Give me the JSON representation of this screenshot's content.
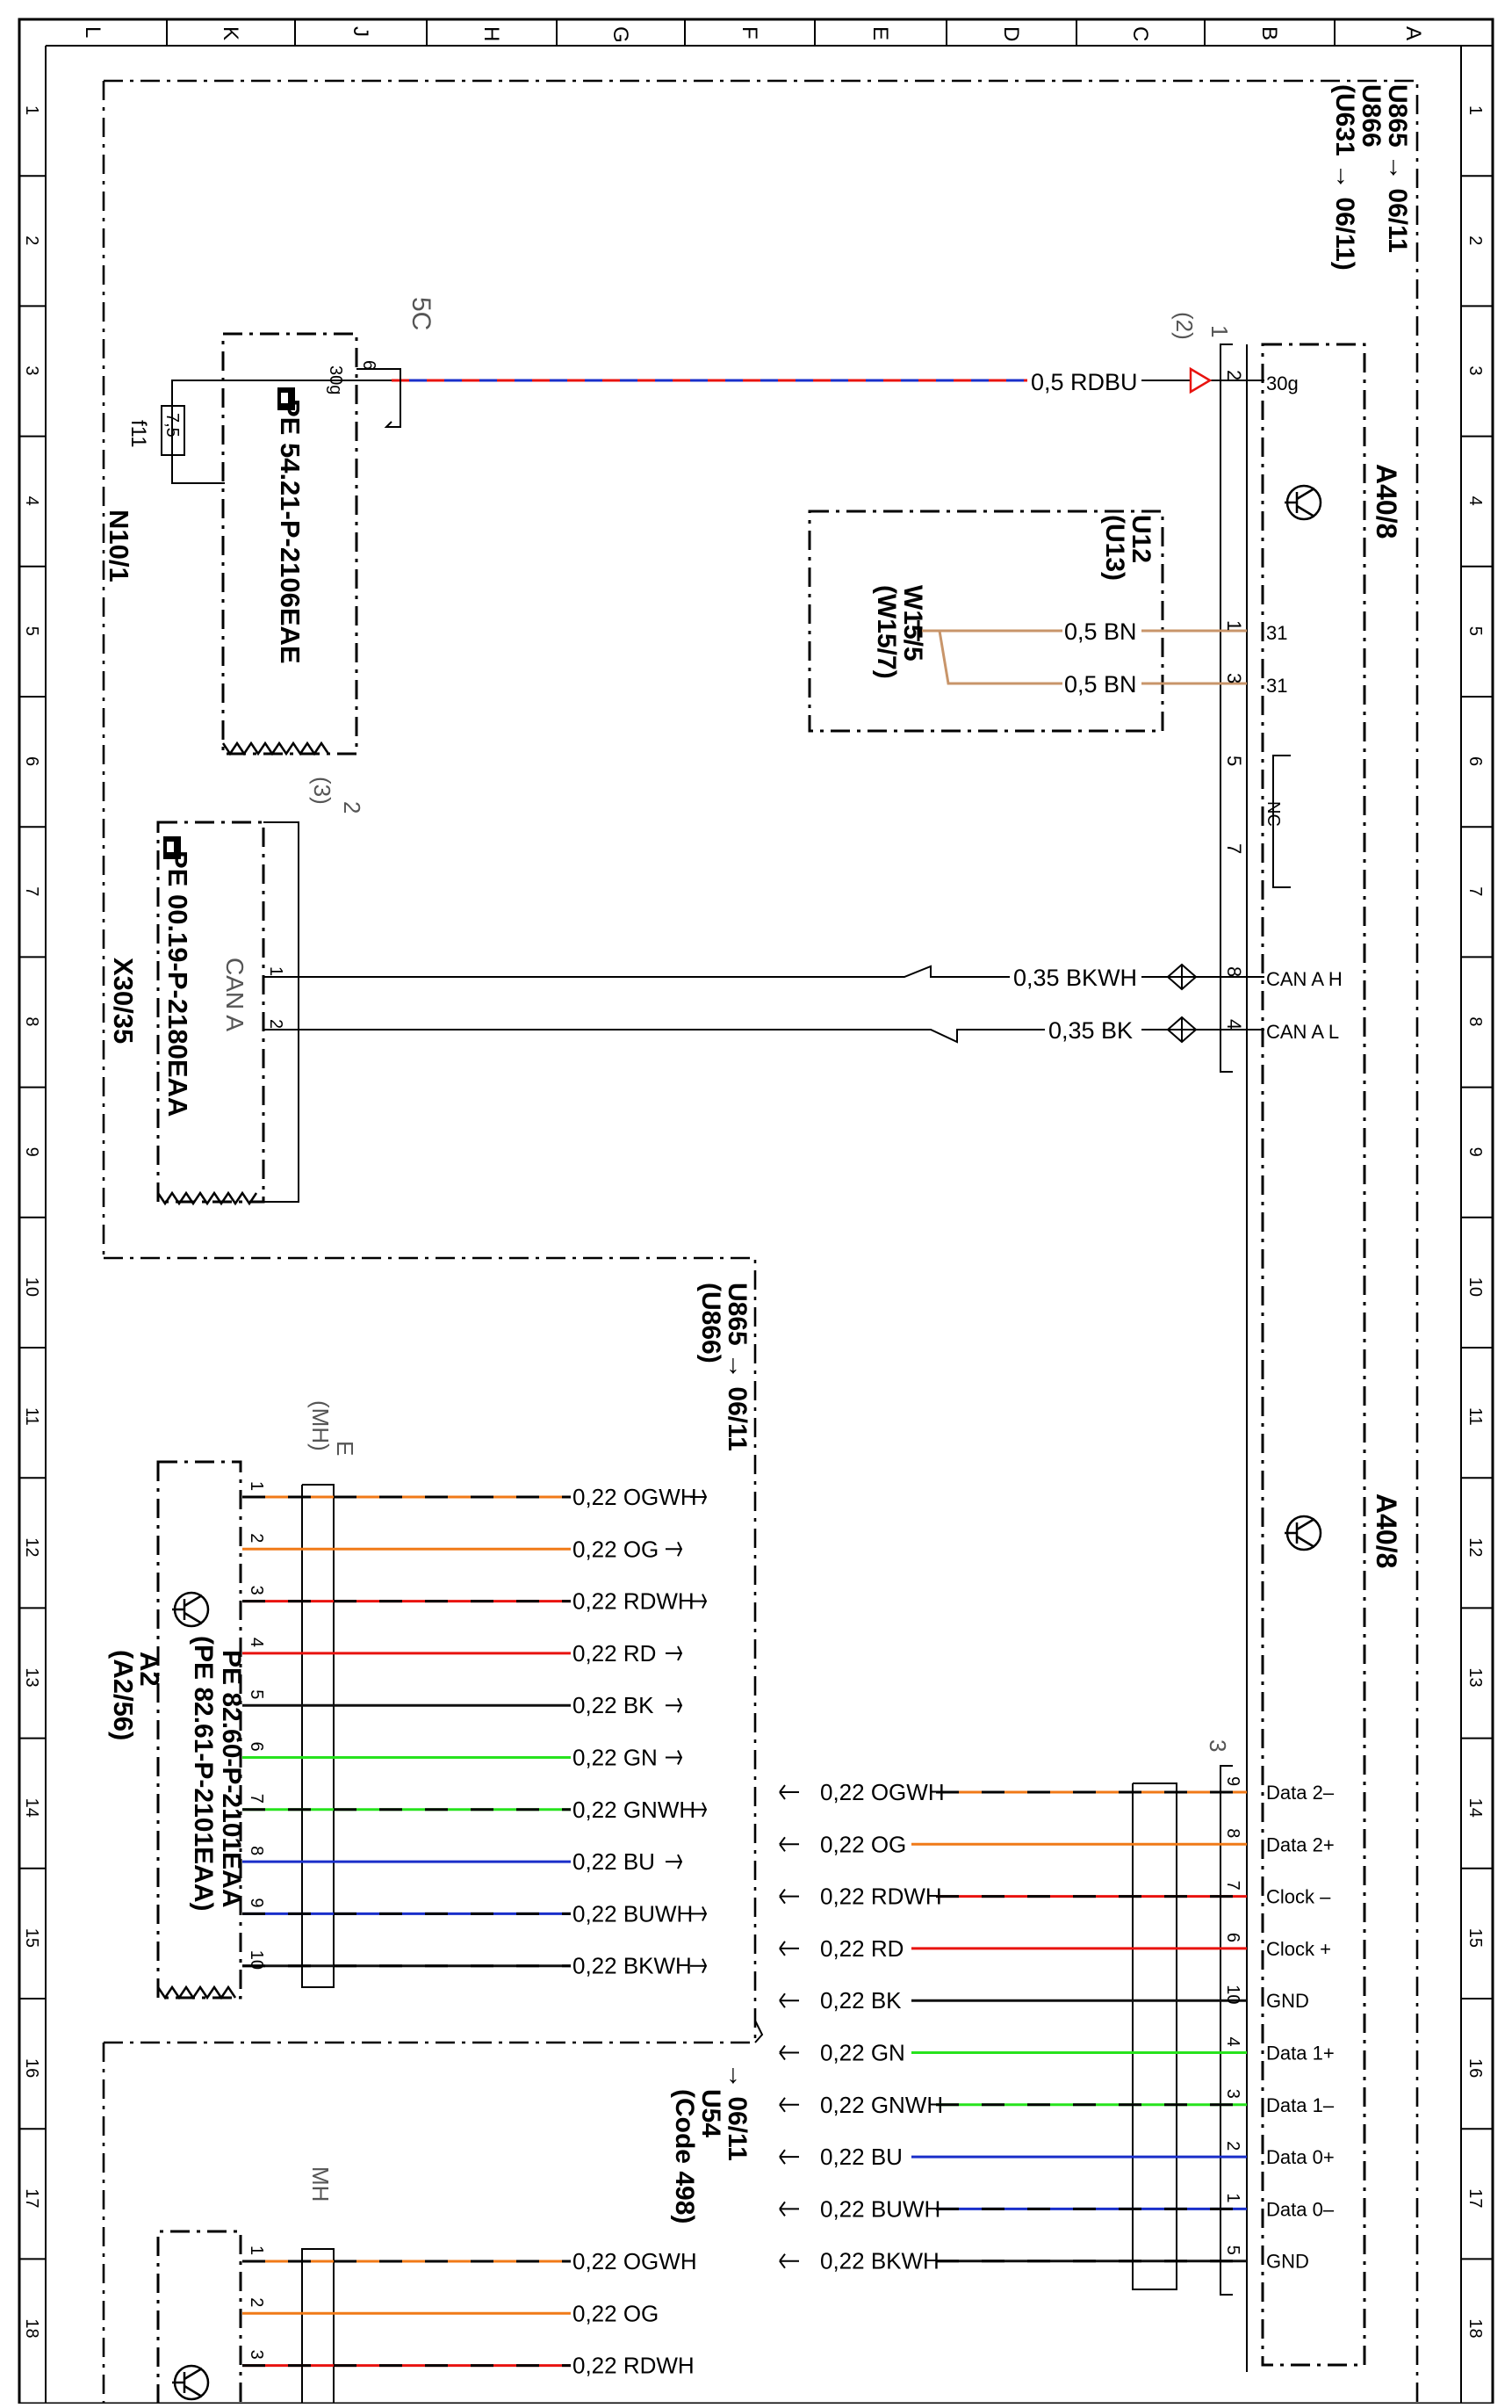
{
  "page": {
    "orientation": "rotated-90-cw"
  },
  "grid": {
    "columns": [
      "L",
      "K",
      "J",
      "H",
      "G",
      "F",
      "E",
      "D",
      "C",
      "B",
      "A"
    ],
    "rows": [
      "1",
      "2",
      "3",
      "4",
      "5",
      "6",
      "7",
      "8",
      "9",
      "10",
      "11",
      "12",
      "13",
      "14",
      "15",
      "16",
      "17",
      "18"
    ]
  },
  "colors": {
    "RD": "#e8130f",
    "BU": "#1a2fc9",
    "OG": "#f07a18",
    "BN": "#c8956a",
    "GN": "#27e31d",
    "BK": "#111111",
    "WH": "#ffffff"
  },
  "top_block": {
    "code_refs": [
      "U865 → 06/11",
      "U866",
      "(U631 → 06/11)"
    ],
    "connector_ref": "5C",
    "pin_hint_2": "(2)",
    "pin_hint_1": "1",
    "wire_main": {
      "label": "0,5 RDBU",
      "pin": "2",
      "terminal": "30g",
      "color": "RDBU"
    },
    "module_name": "A40/8",
    "fuse_label": "f11",
    "fuse_value": "7,5",
    "fuse_pin_top": "6",
    "fuse_term": "30g",
    "pe_ref_1": "PE 54.21-P-2106EAE",
    "module_n10": "N10/1",
    "u12_refs": [
      "U12",
      "(U13)"
    ],
    "w15_refs": [
      "W15/5",
      "(W15/7)"
    ],
    "ground_wires": [
      {
        "label": "0,5 BN",
        "pin": "1",
        "terminal": "31"
      },
      {
        "label": "0,5 BN",
        "pin": "3",
        "terminal": "31"
      }
    ],
    "nc_pins": [
      "5",
      "7"
    ],
    "nc_label": "NC",
    "x30_refs": [
      "(3)",
      "2"
    ],
    "can_label": "CAN A",
    "pe_ref_2": "PE 00.19-P-2180EAA",
    "x30_name": "X30/35",
    "can_wires": [
      {
        "label": "0,35 BKWH",
        "pin_left": "1",
        "pin_right": "8",
        "terminal": "CAN A H"
      },
      {
        "label": "0,35 BK",
        "pin_left": "2",
        "pin_right": "4",
        "terminal": "CAN A L"
      }
    ]
  },
  "mid_block": {
    "code_refs": [
      "U865 → 06/11",
      "(U866)"
    ],
    "conn_e": "E",
    "conn_mh": "(MH)",
    "module_name": "A40/8",
    "a2_refs": [
      "A2",
      "(A2/56)"
    ],
    "pe_ref_3": "PE 82.60-P-2101EAA",
    "pe_ref_4": "(PE 82.61-P-2101EAA)",
    "left_wires": [
      {
        "pin": "1",
        "label": "0,22 OGWH",
        "color": "OGWH"
      },
      {
        "pin": "2",
        "label": "0,22 OG",
        "color": "OG"
      },
      {
        "pin": "3",
        "label": "0,22 RDWH",
        "color": "RDWH"
      },
      {
        "pin": "4",
        "label": "0,22 RD",
        "color": "RD"
      },
      {
        "pin": "5",
        "label": "0,22 BK",
        "color": "BK"
      },
      {
        "pin": "6",
        "label": "0,22 GN",
        "color": "GN"
      },
      {
        "pin": "7",
        "label": "0,22 GNWH",
        "color": "GNWH"
      },
      {
        "pin": "8",
        "label": "0,22 BU",
        "color": "BU"
      },
      {
        "pin": "9",
        "label": "0,22 BUWH",
        "color": "BUWH"
      },
      {
        "pin": "10",
        "label": "0,22 BKWH",
        "color": "BKWH"
      }
    ],
    "right_conn": "3",
    "right_wires": [
      {
        "pin": "9",
        "label": "0,22 OGWH",
        "terminal": "Data 2–",
        "color": "OGWH"
      },
      {
        "pin": "8",
        "label": "0,22 OG",
        "terminal": "Data 2+",
        "color": "OG"
      },
      {
        "pin": "7",
        "label": "0,22 RDWH",
        "terminal": "Clock –",
        "color": "RDWH"
      },
      {
        "pin": "6",
        "label": "0,22 RD",
        "terminal": "Clock +",
        "color": "RD"
      },
      {
        "pin": "10",
        "label": "0,22 BK",
        "terminal": "GND",
        "color": "BK"
      },
      {
        "pin": "4",
        "label": "0,22 GN",
        "terminal": "Data 1+",
        "color": "GN"
      },
      {
        "pin": "3",
        "label": "0,22 GNWH",
        "terminal": "Data 1–",
        "color": "GNWH"
      },
      {
        "pin": "2",
        "label": "0,22 BU",
        "terminal": "Data 0+",
        "color": "BU"
      },
      {
        "pin": "1",
        "label": "0,22 BUWH",
        "terminal": "Data 0–",
        "color": "BUWH"
      },
      {
        "pin": "5",
        "label": "0,22 BKWH",
        "terminal": "GND",
        "color": "BKWH"
      }
    ]
  },
  "bottom_block": {
    "code_refs": [
      "→ 06/11",
      "U54",
      "(Code 498)"
    ],
    "conn_mh": "MH",
    "wires": [
      {
        "pin": "1",
        "label": "0,22 OGWH",
        "color": "OGWH"
      },
      {
        "pin": "2",
        "label": "0,22 OG",
        "color": "OG"
      },
      {
        "pin": "3",
        "label": "0,22 RDWH",
        "color": "RDWH"
      }
    ]
  }
}
